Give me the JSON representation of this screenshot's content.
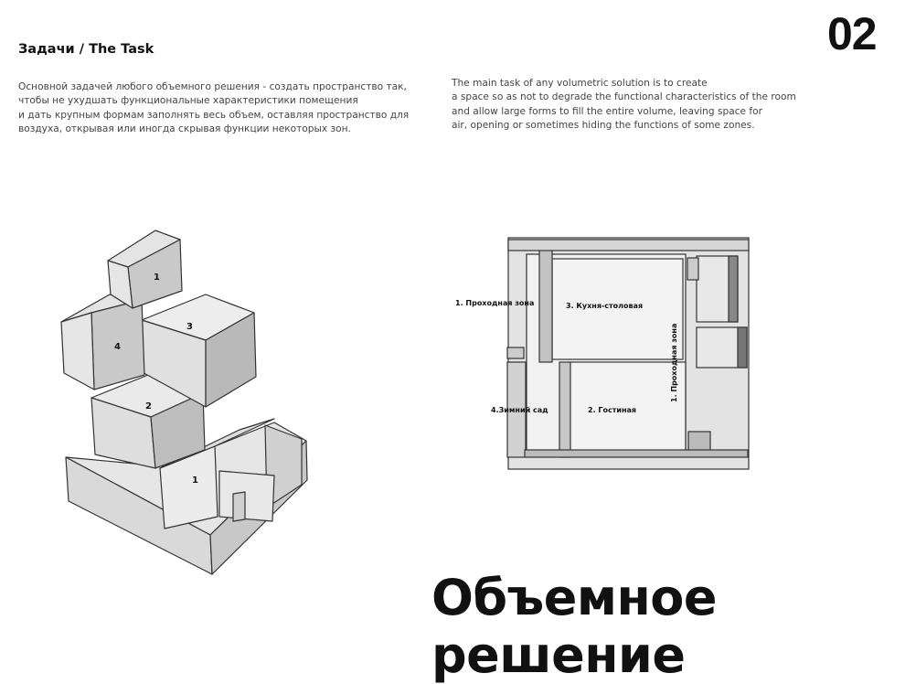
{
  "page_number": "02",
  "task": {
    "title": "Задачи / The Task",
    "ru_lines": [
      "Основной задачей любого объемного решения - создать пространство так,",
      "чтобы не ухудшать функциональные характеристики помещения",
      "и дать крупным формам заполнять весь объем, оставляя пространство для",
      "воздуха, открывая или иногда скрывая функции некоторых зон."
    ],
    "en_lines": [
      "The main task of any volumetric solution is to create",
      "a space so as not to degrade the functional characteristics of the room",
      "and allow large forms to fill the entire volume, leaving space for",
      "air, opening or sometimes hiding the functions of some zones."
    ]
  },
  "axonometric": {
    "labels": [
      "1",
      "4",
      "3",
      "2",
      "1"
    ]
  },
  "plan": {
    "zones": {
      "passage_left": "1. Проходная зона",
      "kitchen": "3. Кухня-столовая",
      "passage_vertical": "1. Проходная зона",
      "winter_garden": "4.Зимний сад",
      "living": "2. Гостиная"
    }
  },
  "main_title": "Объемное решение"
}
